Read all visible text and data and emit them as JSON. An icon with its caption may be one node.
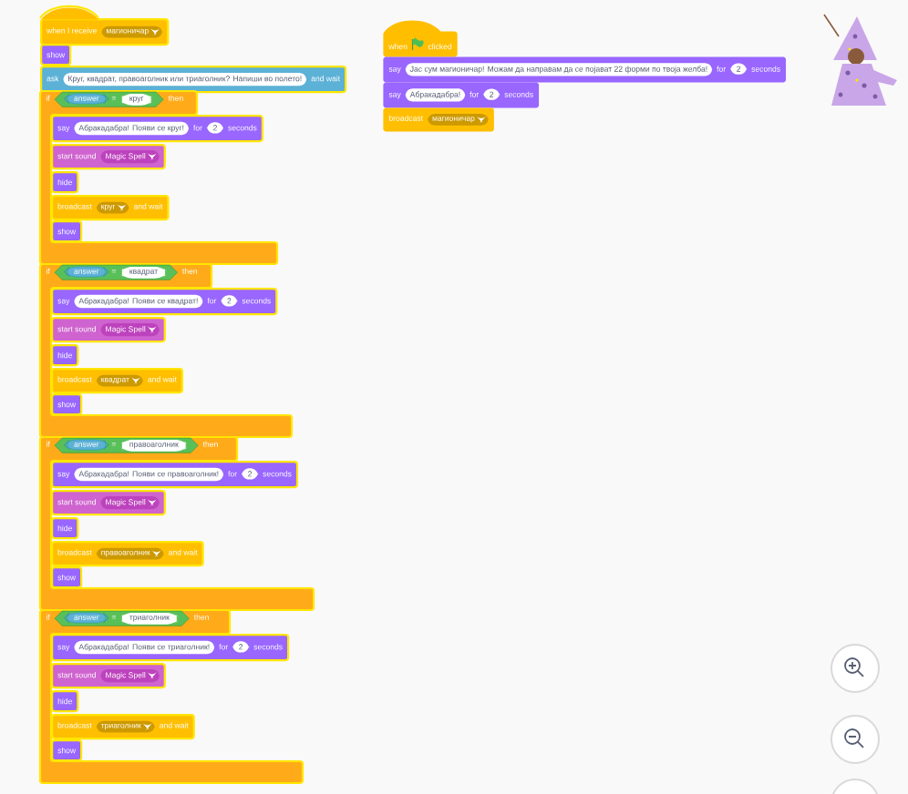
{
  "diagram": {
    "nodes": [
      {
        "text": [
          "when I receive",
          "магионичар"
        ]
      },
      {
        "text": [
          "show"
        ]
      },
      {
        "text": [
          "ask",
          "Круг, квадрат, правоаголник или триаголник? Напиши во полето!",
          "and wait"
        ]
      },
      {
        "text": [
          "if",
          "answer",
          "=",
          "круг",
          "then"
        ]
      },
      {
        "text": [
          "say",
          "Абракадабра! Появи се круг!",
          "for",
          "2",
          "seconds"
        ],
        "in": 3
      },
      {
        "text": [
          "start sound",
          "Magic Spell"
        ],
        "in": 3
      },
      {
        "text": [
          "hide"
        ],
        "in": 3
      },
      {
        "text": [
          "broadcast",
          "круг",
          "and wait"
        ],
        "in": 3
      },
      {
        "text": [
          "show"
        ],
        "in": 3
      },
      {
        "text": [
          "if",
          "answer",
          "=",
          "квадрат",
          "then"
        ]
      },
      {
        "text": [
          "say",
          "Абракадабра! Появи се квадрат!",
          "for",
          "2",
          "seconds"
        ],
        "in": 9
      },
      {
        "text": [
          "start sound",
          "Magic Spell"
        ],
        "in": 9
      },
      {
        "text": [
          "hide"
        ],
        "in": 9
      },
      {
        "text": [
          "broadcast",
          "квадрат",
          "and wait"
        ],
        "in": 9
      },
      {
        "text": [
          "show"
        ],
        "in": 9
      },
      {
        "text": [
          "if",
          "answer",
          "=",
          "правоаголник",
          "then"
        ]
      },
      {
        "text": [
          "say",
          "Абракадабра! Появи се правоаголник!",
          "for",
          "2",
          "seconds"
        ],
        "in": 15
      },
      {
        "text": [
          "start sound",
          "Magic Spell"
        ],
        "in": 15
      },
      {
        "text": [
          "hide"
        ],
        "in": 15
      },
      {
        "text": [
          "broadcast",
          "правоаголник",
          "and wait"
        ],
        "in": 15
      },
      {
        "text": [
          "show"
        ],
        "in": 15
      },
      {
        "text": [
          "if",
          "answer",
          "=",
          "триаголник",
          "then"
        ]
      },
      {
        "text": [
          "say",
          "Абракадабра! Появи се триаголник!",
          "for",
          "2",
          "seconds"
        ],
        "in": 21
      },
      {
        "text": [
          "start sound",
          "Magic Spell"
        ],
        "in": 21
      },
      {
        "text": [
          "hide"
        ],
        "in": 21
      },
      {
        "text": [
          "broadcast",
          "триаголник",
          "and wait"
        ],
        "in": 21
      },
      {
        "text": [
          "show"
        ],
        "in": 21
      },
      {
        "text": [
          "when",
          "clicked"
        ]
      },
      {
        "text": [
          "say",
          "Јас сум магионичар! Можам да направам да се појават 22 форми по твоја желба!",
          "for",
          "2",
          "seconds"
        ]
      },
      {
        "text": [
          "say",
          "Абракадабра!",
          "for",
          "2",
          "seconds"
        ]
      },
      {
        "text": [
          "broadcast",
          "магионичар"
        ]
      }
    ]
  }
}
